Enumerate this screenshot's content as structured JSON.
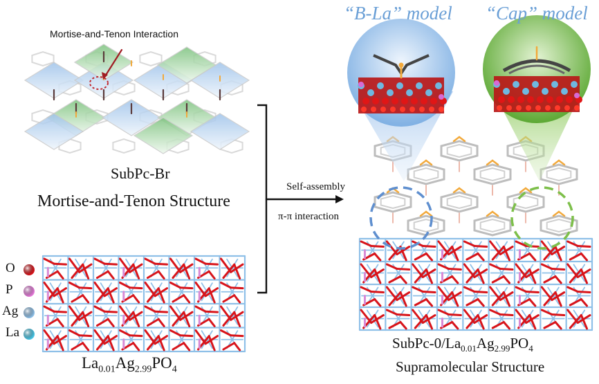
{
  "labels": {
    "mortise_tenon_interaction": "Mortise-and-Tenon Interaction",
    "subpc_br": "SubPc-Br",
    "mortise_tenon_structure": "Mortise-and-Tenon Structure",
    "self_assembly": "Self-assembly",
    "pi_pi": "π-π interaction",
    "bla_model": "“B-La” model",
    "cap_model": "“Cap” model",
    "right_formula": {
      "a": "SubPc-0/La",
      "b": "0.01",
      "c": "Ag",
      "d": "2.99",
      "e": "PO",
      "f": "4"
    },
    "left_formula": {
      "a": "La",
      "b": "0.01",
      "c": "Ag",
      "d": "2.99",
      "e": "PO",
      "f": "4"
    },
    "supramolecular": "Supramolecular Structure"
  },
  "legend": [
    {
      "label": "O",
      "color": "#d8141a"
    },
    {
      "label": "P",
      "color": "#e57ad9"
    },
    {
      "label": "Ag",
      "color": "#8ec0e8"
    },
    {
      "label": "La",
      "color": "#48c6e6"
    }
  ],
  "colors": {
    "oxygen_bond": "#d8141a",
    "lattice": "#8ec0e8",
    "phosphorus": "#d88ad6",
    "subpc_frame": "#bdbdbd",
    "boron": "#f2a93b",
    "blue_highlight": "#5f8fcf",
    "green_highlight": "#7dbf4a"
  }
}
